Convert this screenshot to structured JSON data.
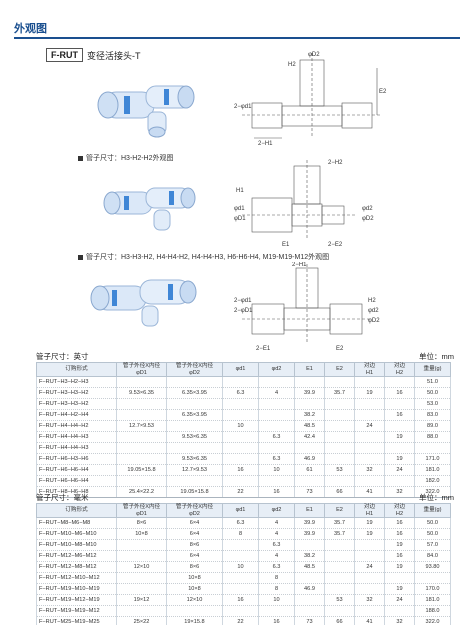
{
  "header": {
    "title": "外观图"
  },
  "model": {
    "code": "F-RUT",
    "name": "变径活接头-T"
  },
  "captions": [
    "管子尺寸：H3-H2-H2外观图",
    "管子尺寸：H3-H3-H2, H4-H4-H2, H4-H4-H3, H6-H6-H4, M19-M19-M12外观图"
  ],
  "drawings": {
    "d1": [
      "φD2",
      "H2",
      "E2",
      "2−φd1",
      "2−H1"
    ],
    "d2": [
      "2−H2",
      "H1",
      "φd1",
      "φD1",
      "φd2",
      "φD2",
      "E1",
      "2−E2"
    ],
    "d3": [
      "2−H1",
      "H2",
      "2−φd1",
      "2−φD1",
      "φd2",
      "φD2",
      "2−E1",
      "E2"
    ]
  },
  "inch": {
    "title": "管子尺寸：英寸",
    "unit": "单位：mm",
    "headers": [
      "订购形式",
      "管子外径X内径\nφD1",
      "管子外径X内径\nφD2",
      "φd1",
      "φd2",
      "E1",
      "E2",
      "对边\nH1",
      "对边\nH2",
      "重量(g)"
    ],
    "rows": [
      [
        "F−RUT−H3−H2−H3",
        "",
        "",
        "",
        "",
        "",
        "",
        "",
        "",
        "51.0"
      ],
      [
        "F−RUT−H3−H3−H2",
        "9.53×6.35",
        "6.35×3.95",
        "6.3",
        "4",
        "39.9",
        "35.7",
        "19",
        "16",
        "50.0"
      ],
      [
        "F−RUT−H3−H3−H2",
        "",
        "",
        "",
        "",
        "",
        "",
        "",
        "",
        "53.0"
      ],
      [
        "F−RUT−H4−H2−H4",
        "",
        "6.35×3.95",
        "",
        "",
        "38.2",
        "",
        "",
        "16",
        "83.0"
      ],
      [
        "F−RUT−H4−H4−H2",
        "12.7×9.53",
        "",
        "10",
        "",
        "48.5",
        "",
        "24",
        "",
        "89.0"
      ],
      [
        "F−RUT−H4−H4−H3",
        "",
        "9.53×6.35",
        "",
        "6.3",
        "42.4",
        "",
        "",
        "19",
        "88.0"
      ],
      [
        "F−RUT−H4−H4−H3",
        "",
        "",
        "",
        "",
        "",
        "",
        "",
        "",
        ""
      ],
      [
        "F−RUT−H6−H3−H6",
        "",
        "9.53×6.35",
        "",
        "6.3",
        "46.9",
        "",
        "",
        "19",
        "171.0"
      ],
      [
        "F−RUT−H6−H6−H4",
        "19.05×15.8",
        "12.7×9.53",
        "16",
        "10",
        "61",
        "53",
        "32",
        "24",
        "181.0"
      ],
      [
        "F−RUT−H6−H6−H4",
        "",
        "",
        "",
        "",
        "",
        "",
        "",
        "",
        "182.0"
      ],
      [
        "F−RUT−H8−H6−H8",
        "25.4×22.2",
        "19.05×15.8",
        "22",
        "16",
        "73",
        "66",
        "41",
        "32",
        "322.0"
      ]
    ]
  },
  "metric": {
    "title": "管子尺寸：毫米",
    "unit": "单位：mm",
    "headers": [
      "订购形式",
      "管子外径X内径\nφD1",
      "管子外径X内径\nφD2",
      "φd1",
      "φd2",
      "E1",
      "E2",
      "对边\nH1",
      "对边\nH2",
      "重量(g)"
    ],
    "rows": [
      [
        "F−RUT−M8−M6−M8",
        "8×6",
        "6×4",
        "6.3",
        "4",
        "39.9",
        "35.7",
        "19",
        "16",
        "50.0"
      ],
      [
        "F−RUT−M10−M6−M10",
        "10×8",
        "6×4",
        "8",
        "4",
        "39.9",
        "35.7",
        "19",
        "16",
        "50.0"
      ],
      [
        "F−RUT−M10−M8−M10",
        "",
        "8×6",
        "",
        "6.3",
        "",
        "",
        "",
        "19",
        "57.0"
      ],
      [
        "F−RUT−M12−M6−M12",
        "",
        "6×4",
        "",
        "4",
        "38.2",
        "",
        "",
        "16",
        "84.0"
      ],
      [
        "F−RUT−M12−M8−M12",
        "12×10",
        "8×6",
        "10",
        "6.3",
        "48.5",
        "",
        "24",
        "19",
        "93.80"
      ],
      [
        "F−RUT−M12−M10−M12",
        "",
        "10×8",
        "",
        "8",
        "",
        "",
        "",
        "",
        ""
      ],
      [
        "F−RUT−M19−M10−M19",
        "",
        "10×8",
        "",
        "8",
        "46.9",
        "",
        "",
        "19",
        "170.0"
      ],
      [
        "F−RUT−M19−M12−M19",
        "19×12",
        "12×10",
        "16",
        "10",
        "",
        "53",
        "32",
        "24",
        "181.0"
      ],
      [
        "F−RUT−M19−M19−M12",
        "",
        "",
        "",
        "",
        "",
        "",
        "",
        "",
        "188.0"
      ],
      [
        "F−RUT−M25−M19−M25",
        "25×22",
        "19×15.8",
        "22",
        "16",
        "73",
        "66",
        "41",
        "32",
        "322.0"
      ]
    ]
  }
}
